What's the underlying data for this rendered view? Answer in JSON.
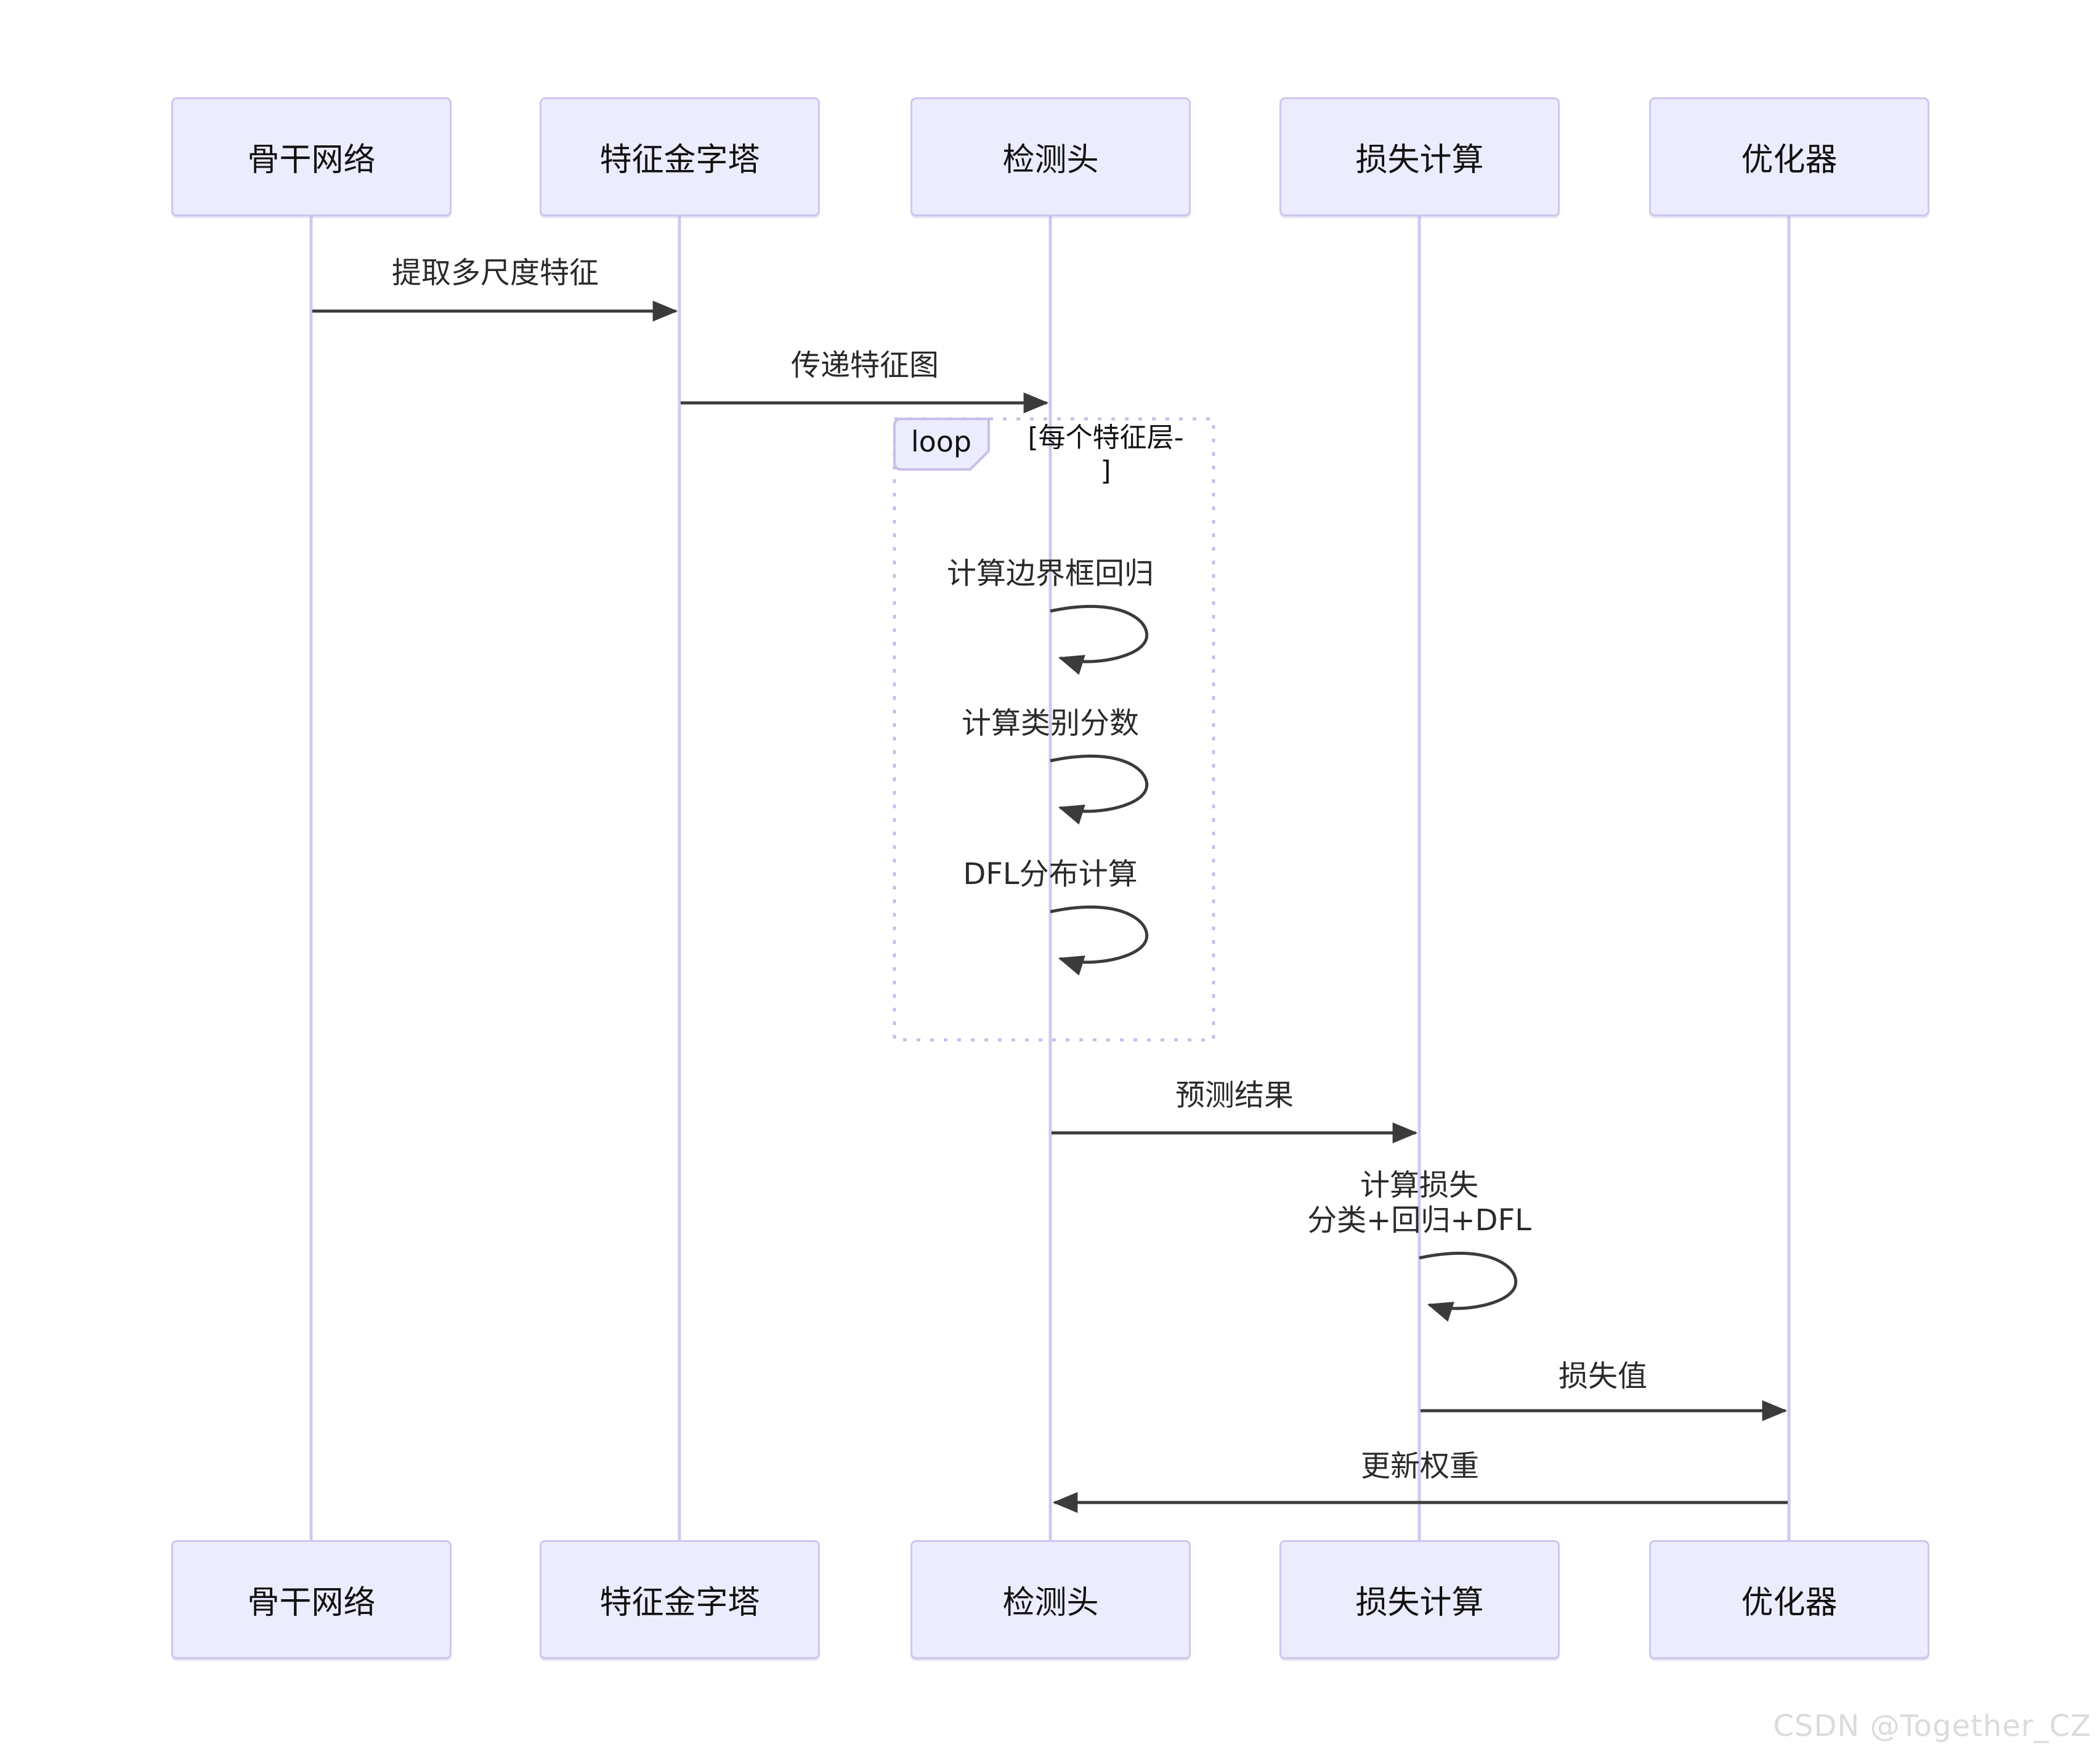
{
  "diagram": {
    "type": "sequence-diagram",
    "actors": [
      {
        "id": "backbone",
        "label": "骨干网络"
      },
      {
        "id": "fpn",
        "label": "特征金字塔"
      },
      {
        "id": "head",
        "label": "检测头"
      },
      {
        "id": "loss",
        "label": "损失计算"
      },
      {
        "id": "optimizer",
        "label": "优化器"
      }
    ],
    "messages": [
      {
        "from": "骨干网络",
        "to": "特征金字塔",
        "label": "提取多尺度特征",
        "type": "arrow"
      },
      {
        "from": "特征金字塔",
        "to": "检测头",
        "label": "传递特征图",
        "type": "arrow"
      },
      {
        "from": "检测头",
        "to": "检测头",
        "label": "计算边界框回归",
        "type": "self"
      },
      {
        "from": "检测头",
        "to": "检测头",
        "label": "计算类别分数",
        "type": "self"
      },
      {
        "from": "检测头",
        "to": "检测头",
        "label": "DFL分布计算",
        "type": "self"
      },
      {
        "from": "检测头",
        "to": "损失计算",
        "label": "预测结果",
        "type": "arrow"
      },
      {
        "from": "损失计算",
        "to": "损失计算",
        "label": "计算损失",
        "label2": "分类+回归+DFL",
        "type": "self"
      },
      {
        "from": "损失计算",
        "to": "优化器",
        "label": "损失值",
        "type": "arrow"
      },
      {
        "from": "优化器",
        "to": "检测头",
        "label": "更新权重",
        "type": "arrow"
      }
    ],
    "loop": {
      "keyword": "loop",
      "condition_line1": "[每个特征层-",
      "condition_line2": "]"
    },
    "watermark": "CSDN @Together_CZ",
    "colors": {
      "actor_fill": "#ECECFF",
      "actor_border": "#CFC6EE",
      "lifeline": "#D0C8EE",
      "loop_border": "#C8BFE8",
      "arrow": "#3b3b3b",
      "text": "#1f1f1f",
      "watermark": "#DBDBDB"
    }
  }
}
